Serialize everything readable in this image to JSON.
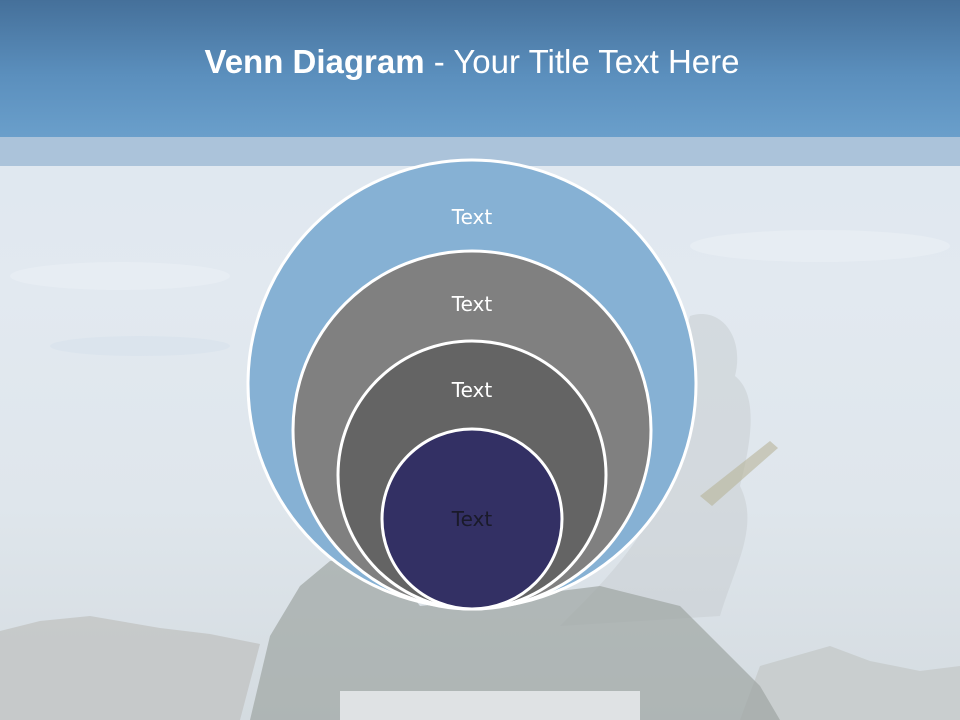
{
  "slide": {
    "title_bold": "Venn Diagram",
    "title_rest": " - Your Title Text Here"
  },
  "diagram": {
    "circles": [
      {
        "label": "Text",
        "fill": "#86b1d4"
      },
      {
        "label": "Text",
        "fill": "#808080"
      },
      {
        "label": "Text",
        "fill": "#646464"
      },
      {
        "label": "Text",
        "fill": "#333064"
      }
    ],
    "outline": "#ffffff"
  }
}
